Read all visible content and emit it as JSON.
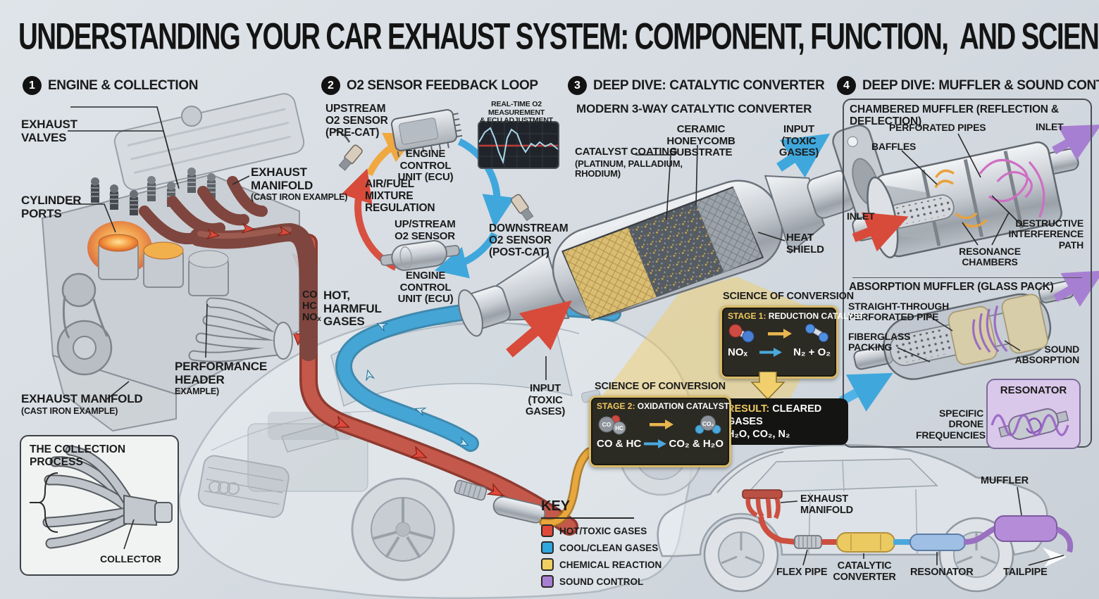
{
  "palette": {
    "hot": "#e0483a",
    "cool": "#2fa7de",
    "chemical": "#f0cf62",
    "sound": "#a77fd2",
    "gold": "#d9ba68"
  },
  "title": "UNDERSTANDING YOUR CAR EXHAUST SYSTEM: COMPONENT, FUNCTION,  AND SCIENCE",
  "s1": {
    "num": "1",
    "title": "ENGINE & COLLECTION",
    "exhaust_valves": "EXHAUST\nVALVES",
    "cylinder_ports": "CYLINDER\nPORTS",
    "manifold": "EXHAUST\nMANIFOLD",
    "manifold_sub": "(CAST IRON EXAMPLE)",
    "perf_header": "PERFORMANCE\nHEADER",
    "perf_header_sub": "EXAMPLE)",
    "manifold2": "EXHAUST MANIFOLD",
    "manifold2_sub": "(CAST IRON EXAMPLE)",
    "collection_title": "THE COLLECTION PROCESS",
    "collector": "COLLECTOR"
  },
  "s2": {
    "num": "2",
    "title": "O2 SENSOR FEEDBACK LOOP",
    "upstream": "UPSTREAM\nO2 SENSOR\n(PRE-CAT)",
    "ecu_top": "ENGINE CONTROL\nUNIT (ECU)",
    "graph_title": "REAL-TIME O2 MEASUREMENT\n& ECU ADJUSTMENT",
    "airfuel": "AIR/FUEL\nMIXTURE\nREGULATION",
    "upstream2": "UP/STREAM\nO2 SENSOR",
    "downstream": "DOWNSTREAM\nO2 SENSOR\n(POST-CAT)",
    "ecu_bottom": "ENGINE CONTROL\nUNIT (ECU)"
  },
  "flow": {
    "gases": "CO\nHC\nNOₓ",
    "hot": "HOT,\nHARMFUL\nGASES"
  },
  "s3": {
    "num": "3",
    "title": "DEEP DIVE: CATALYTIC CONVERTER",
    "subtitle": "MODERN 3-WAY CATALYTIC CONVERTER",
    "substrate": "CERAMIC HONEYCOMB\nSUBSTRATE",
    "coating": "CATALYST COATING",
    "coating_sub": "(PLATINUM, PALLADIUM,\nRHODIUM)",
    "input_top": "INPUT\n(TOXIC GASES)",
    "heat_shield": "HEAT\nSHIELD",
    "input_bottom": "INPUT\n(TOXIC GASES)",
    "sci1": {
      "header": "SCIENCE OF CONVERSION",
      "stage": "STAGE 1:",
      "stage_name": "REDUCTION CATALYST",
      "eq_left": "NOₓ",
      "eq_right": "N₂ + O₂"
    },
    "result": {
      "label": "RESULT:",
      "label2": "CLEARED GASES",
      "line2": "H₂O, CO₂, N₂"
    },
    "sci2": {
      "header": "SCIENCE OF CONVERSION",
      "stage": "STAGE 2:",
      "stage_name": "OXIDATION CATALYST",
      "mol_left_a": "CO",
      "mol_left_b": "HC",
      "mol_right": "CO₂",
      "eq_left": "CO & HC",
      "eq_right": "CO₂ & H₂O"
    }
  },
  "s4": {
    "num": "4",
    "title": "DEEP DIVE: MUFFLER & SOUND CONTROL",
    "chambered_title": "CHAMBERED MUFFLER (REFLECTION & DEFLECTION)",
    "perforated_pipes": "PERFORATED PIPES",
    "baffles": "BAFFLES",
    "inlet_right": "INLET",
    "inlet_left": "INLET",
    "resonance": "RESONANCE\nCHAMBERS",
    "destructive": "DESTRUCTIVE\nINTERFERENCE\nPATH",
    "absorption_title": "ABSORPTION MUFFLER (GLASS PACK)",
    "straight": "STRAIGHT-THROUGH\nPERFORATED PIPE",
    "fiberglass": "FIBERGLASS\nPACKING",
    "sound_absorption": "SOUND\nABSORPTION",
    "drone": "SPECIFIC DRONE\nFREQUENCIES",
    "resonator_title": "RESONATOR"
  },
  "key": {
    "title": "KEY",
    "items": [
      {
        "label": "HOT/TOXIC GASES",
        "color": "#e0483a"
      },
      {
        "label": "COOL/CLEAN GASES",
        "color": "#2fa7de"
      },
      {
        "label": "CHEMICAL REACTION",
        "color": "#f0cf62"
      },
      {
        "label": "SOUND CONTROL",
        "color": "#a77fd2"
      }
    ]
  },
  "car": {
    "manifold": "EXHAUST\nMANIFOLD",
    "muffler": "MUFFLER",
    "flex_pipe": "FLEX PIPE",
    "cat": "CATALYTIC\nCONVERTER",
    "resonator": "RESONATOR",
    "tailpipe": "TAILPIPE"
  }
}
